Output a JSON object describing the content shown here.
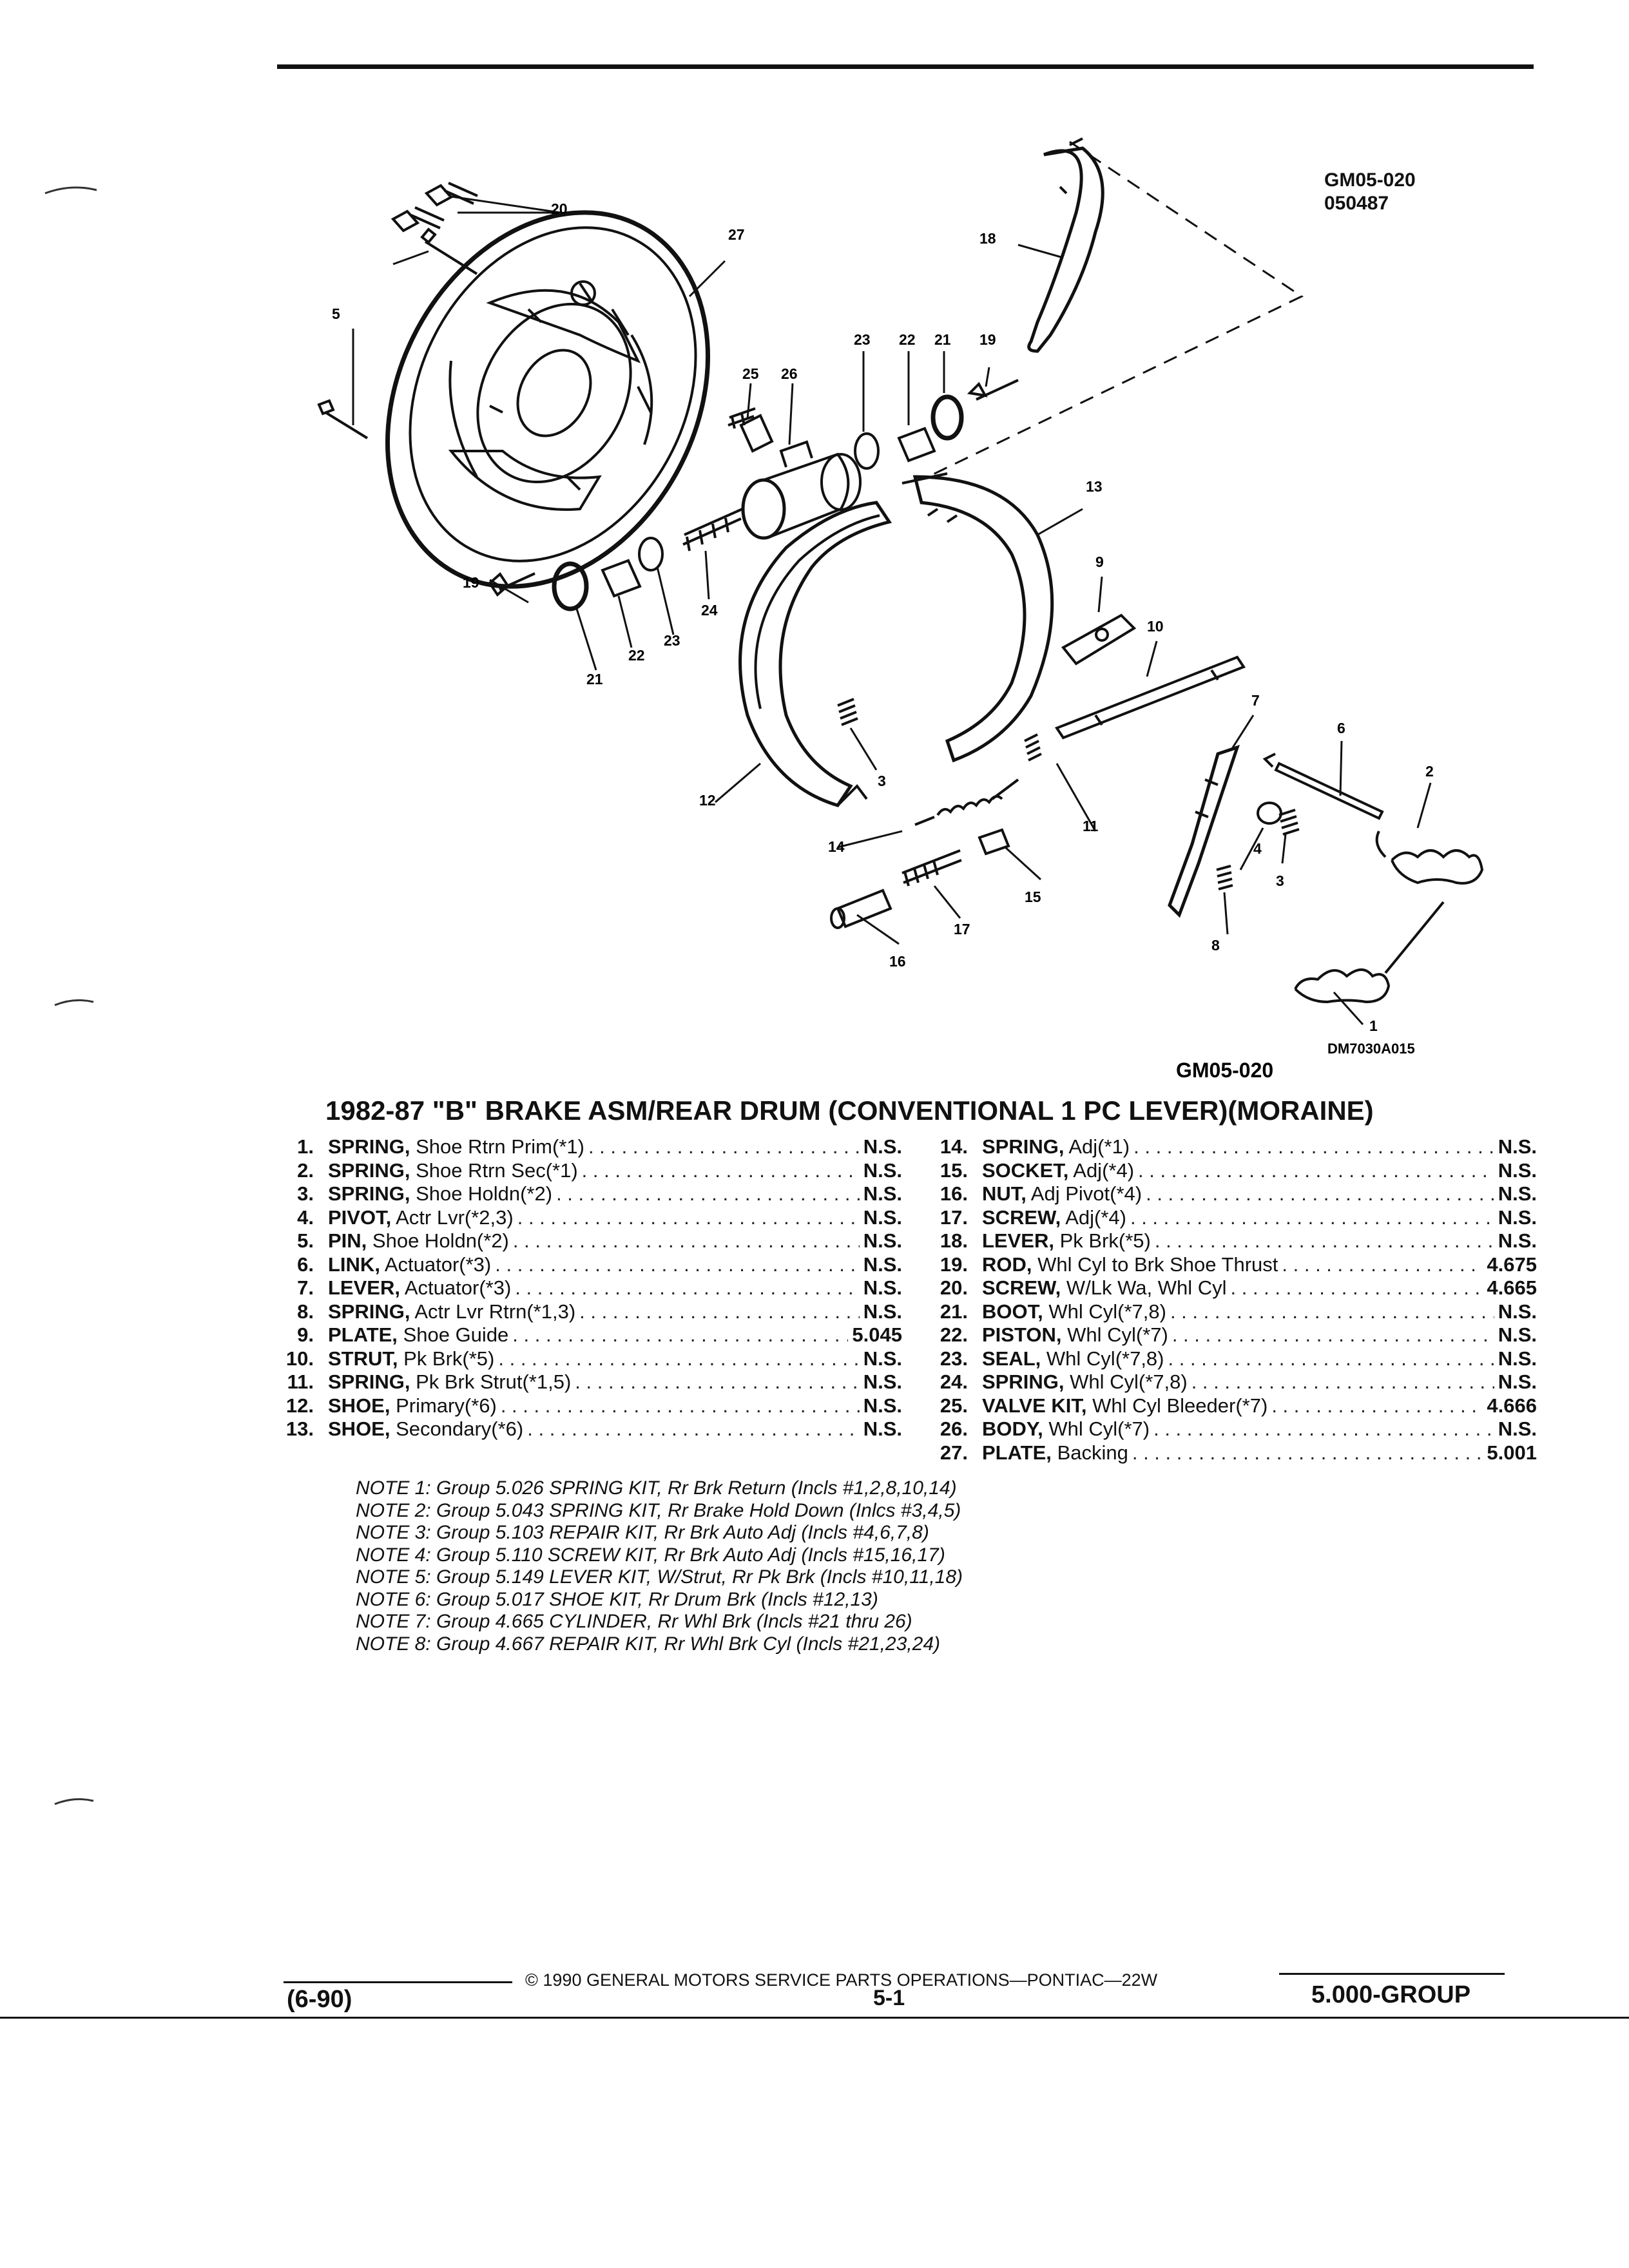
{
  "figure": {
    "codes": [
      "GM05-020",
      "050487"
    ],
    "bottom_label": "GM05-020",
    "ref_code": "DM7030A015",
    "callouts": [
      "1",
      "2",
      "3",
      "3",
      "4",
      "5",
      "6",
      "7",
      "8",
      "9",
      "10",
      "11",
      "12",
      "13",
      "14",
      "15",
      "16",
      "17",
      "18",
      "19",
      "19",
      "20",
      "21",
      "21",
      "22",
      "22",
      "23",
      "23",
      "24",
      "25",
      "26",
      "27"
    ]
  },
  "title": "1982-87 \"B\" BRAKE ASM/REAR DRUM (CONVENTIONAL 1 PC LEVER)(MORAINE)",
  "parts_left": [
    {
      "num": "1.",
      "name": "SPRING,",
      "detail": "Shoe Rtrn Prim(*1)",
      "code": "N.S."
    },
    {
      "num": "2.",
      "name": "SPRING,",
      "detail": "Shoe Rtrn Sec(*1)",
      "code": "N.S."
    },
    {
      "num": "3.",
      "name": "SPRING,",
      "detail": "Shoe Holdn(*2)",
      "code": "N.S."
    },
    {
      "num": "4.",
      "name": "PIVOT,",
      "detail": "Actr Lvr(*2,3)",
      "code": "N.S."
    },
    {
      "num": "5.",
      "name": "PIN,",
      "detail": "Shoe Holdn(*2)",
      "code": "N.S."
    },
    {
      "num": "6.",
      "name": "LINK,",
      "detail": "Actuator(*3)",
      "code": "N.S."
    },
    {
      "num": "7.",
      "name": "LEVER,",
      "detail": "Actuator(*3)",
      "code": "N.S."
    },
    {
      "num": "8.",
      "name": "SPRING,",
      "detail": "Actr Lvr Rtrn(*1,3)",
      "code": "N.S."
    },
    {
      "num": "9.",
      "name": "PLATE,",
      "detail": "Shoe Guide",
      "code": "5.045"
    },
    {
      "num": "10.",
      "name": "STRUT,",
      "detail": "Pk Brk(*5)",
      "code": "N.S."
    },
    {
      "num": "11.",
      "name": "SPRING,",
      "detail": "Pk Brk Strut(*1,5)",
      "code": "N.S."
    },
    {
      "num": "12.",
      "name": "SHOE,",
      "detail": "Primary(*6)",
      "code": "N.S."
    },
    {
      "num": "13.",
      "name": "SHOE,",
      "detail": "Secondary(*6)",
      "code": "N.S."
    }
  ],
  "parts_right": [
    {
      "num": "14.",
      "name": "SPRING,",
      "detail": "Adj(*1)",
      "code": "N.S."
    },
    {
      "num": "15.",
      "name": "SOCKET,",
      "detail": "Adj(*4)",
      "code": "N.S."
    },
    {
      "num": "16.",
      "name": "NUT,",
      "detail": "Adj Pivot(*4)",
      "code": "N.S."
    },
    {
      "num": "17.",
      "name": "SCREW,",
      "detail": "Adj(*4)",
      "code": "N.S."
    },
    {
      "num": "18.",
      "name": "LEVER,",
      "detail": "Pk Brk(*5)",
      "code": "N.S."
    },
    {
      "num": "19.",
      "name": "ROD,",
      "detail": "Whl Cyl to Brk Shoe Thrust",
      "code": "4.675"
    },
    {
      "num": "20.",
      "name": "SCREW,",
      "detail": "W/Lk Wa, Whl Cyl",
      "code": "4.665"
    },
    {
      "num": "21.",
      "name": "BOOT,",
      "detail": "Whl Cyl(*7,8)",
      "code": "N.S."
    },
    {
      "num": "22.",
      "name": "PISTON,",
      "detail": "Whl Cyl(*7)",
      "code": "N.S."
    },
    {
      "num": "23.",
      "name": "SEAL,",
      "detail": "Whl Cyl(*7,8)",
      "code": "N.S."
    },
    {
      "num": "24.",
      "name": "SPRING,",
      "detail": "Whl Cyl(*7,8)",
      "code": "N.S."
    },
    {
      "num": "25.",
      "name": "VALVE KIT,",
      "detail": "Whl Cyl Bleeder(*7)",
      "code": "4.666"
    },
    {
      "num": "26.",
      "name": "BODY,",
      "detail": "Whl Cyl(*7)",
      "code": "N.S."
    },
    {
      "num": "27.",
      "name": "PLATE,",
      "detail": "Backing",
      "code": "5.001"
    }
  ],
  "notes": [
    "NOTE 1: Group 5.026 SPRING KIT, Rr Brk Return (Incls #1,2,8,10,14)",
    "NOTE 2: Group 5.043 SPRING KIT, Rr Brake Hold Down (Inlcs #3,4,5)",
    "NOTE 3: Group 5.103 REPAIR KIT, Rr Brk Auto Adj (Incls #4,6,7,8)",
    "NOTE 4: Group 5.110 SCREW KIT, Rr Brk Auto Adj (Incls #15,16,17)",
    "NOTE 5: Group 5.149 LEVER KIT, W/Strut, Rr Pk Brk (Incls #10,11,18)",
    "NOTE 6: Group 5.017 SHOE KIT, Rr Drum Brk (Incls #12,13)",
    "NOTE 7: Group 4.665 CYLINDER, Rr Whl Brk (Incls #21 thru 26)",
    "NOTE 8: Group 4.667 REPAIR KIT, Rr Whl Brk Cyl (Incls #21,23,24)"
  ],
  "footer": {
    "copyright": "© 1990 GENERAL MOTORS SERVICE PARTS OPERATIONS—PONTIAC—22W",
    "date": "(6-90)",
    "page": "5-1",
    "group": "5.000-GROUP"
  }
}
